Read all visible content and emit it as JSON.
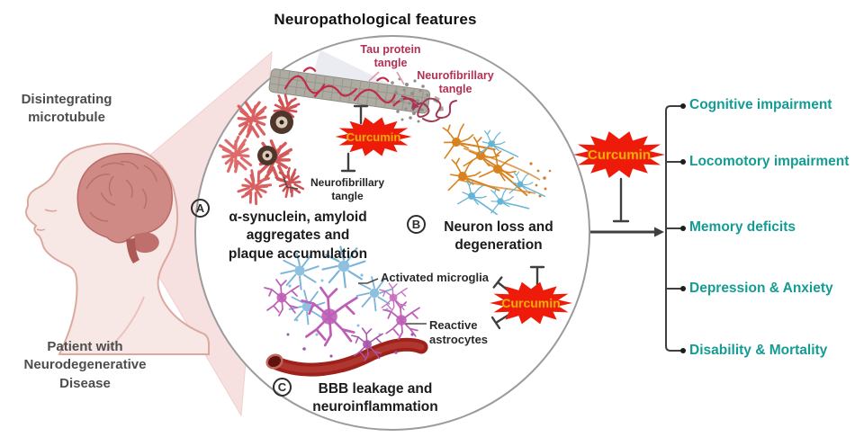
{
  "figure": {
    "title": "Neuropathological features"
  },
  "patient": {
    "microtubule_label": [
      "Disintegrating",
      "microtubule"
    ],
    "caption": [
      "Patient with",
      "Neurodegenerative",
      "Disease"
    ]
  },
  "circle": {
    "tau_tangle_label": [
      "Tau protein",
      "tangle"
    ],
    "neurofibrillary_tangle_right": [
      "Neurofibrillary",
      "tangle"
    ],
    "neurofibrillary_tangle_left": [
      "Neurofibrillary",
      "tangle"
    ],
    "panel_a": {
      "letter": "A",
      "text": [
        "α-synuclein, amyloid",
        "aggregates and",
        "plaque accumulation"
      ]
    },
    "panel_b": {
      "letter": "B",
      "text": [
        "Neuron loss and",
        "degeneration"
      ]
    },
    "panel_c": {
      "letter": "C",
      "text": [
        "BBB leakage and",
        "neuroinflammation"
      ]
    },
    "activated_microglia_label": "Activated microglia",
    "reactive_astrocytes_label": [
      "Reactive",
      "astrocytes"
    ]
  },
  "curcumin": {
    "label": "Curcumin",
    "star_color": "#ee1b0b",
    "label_color": "#ffb300"
  },
  "outcomes": [
    "Cognitive impairment",
    "Locomotory impairment",
    "Memory deficits",
    "Depression & Anxiety",
    "Disability & Mortality"
  ],
  "colors": {
    "outcome_text": "#149c94",
    "tangle_label": "#b13054",
    "arrow": "#3f3f3f"
  }
}
